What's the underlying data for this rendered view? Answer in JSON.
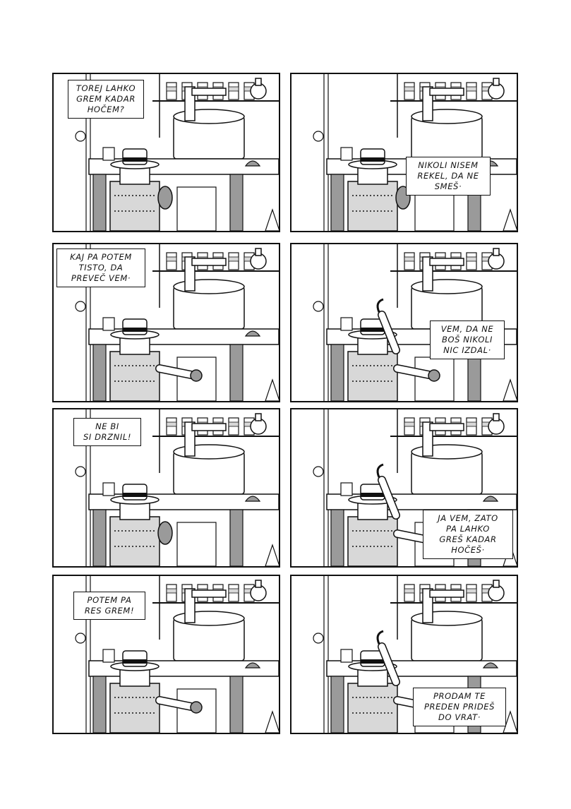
{
  "page": {
    "panels": [
      {
        "id": "p1",
        "text": "TOREJ LAHKO\nGREM KADAR\nHOČEM?"
      },
      {
        "id": "p2",
        "text": "NIKOLI NISEM\nREKEL, DA NE\nSMEŠ·"
      },
      {
        "id": "p3",
        "text": "KAJ PA POTEM\nTISTO, DA\nPREVEČ VEM·"
      },
      {
        "id": "p4",
        "text": "VEM, DA NE\nBOŠ NIKOLI\nNIC IZDAL·"
      },
      {
        "id": "p5",
        "text": "NE BI\nSI DRZNIL!"
      },
      {
        "id": "p6",
        "text": "JA VEM, ZATO\nPA LAHKO\nGREŠ KADAR\nHOČEŠ·"
      },
      {
        "id": "p7",
        "text": "POTEM PA\nRES GREM!"
      },
      {
        "id": "p8",
        "text": "PRODAM  TE\nPREDEN PRIDEŠ\nDO VRAT·"
      }
    ]
  },
  "colors": {
    "ink": "#111111",
    "gray": "#9a9a9a",
    "light": "#d8d8d8",
    "paper": "#ffffff"
  }
}
